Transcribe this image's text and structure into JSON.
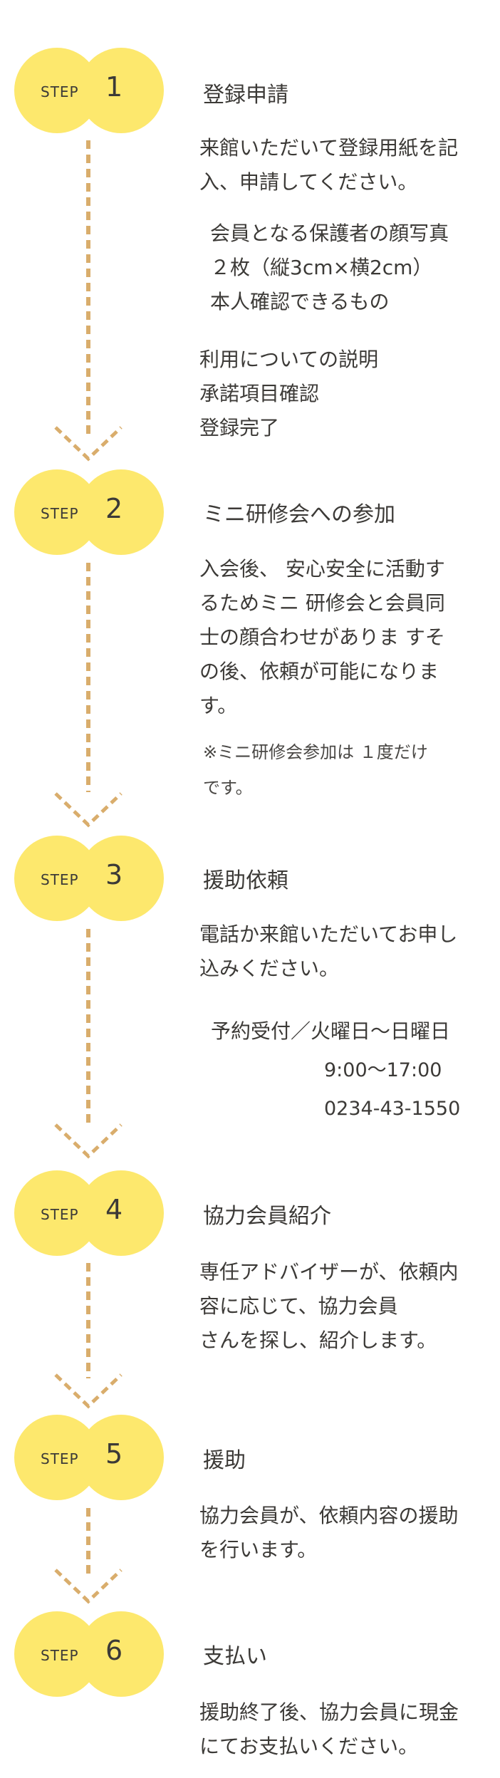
{
  "steps": [
    {
      "word": "STEP",
      "number": "1",
      "title": "登録申請",
      "intro": [
        "来館いただいて登録用紙を記",
        "入、申請してください。"
      ],
      "requirements": [
        "会員となる保護者の顔写真",
        " ２枚（縦3cm×横2cm）",
        "本人確認できるもの"
      ],
      "process": [
        "利用についての説明",
        "承諾項目確認",
        "登録完了"
      ]
    },
    {
      "word": "STEP",
      "number": "2",
      "title": "ミニ研修会への参加",
      "body": [
        "入会後、 安心安全に活動す",
        "るためミニ 研修会と会員同",
        "士の顔合わせがありま すそ",
        "の後、依頼が可能になりま",
        "す。"
      ],
      "note": [
        "※ミニ研修会参加は １度だけ",
        "です。"
      ]
    },
    {
      "word": "STEP",
      "number": "3",
      "title": "援助依頼",
      "body": [
        "電話か来館いただいてお申し",
        "込みください。"
      ],
      "reception": "予約受付／火曜日～日曜日",
      "hours": "9:00～17:00",
      "phone": "0234-43-1550"
    },
    {
      "word": "STEP",
      "number": "4",
      "title": "協力会員紹介",
      "body": [
        "専任アドバイザーが、依頼内",
        "容に応じて、協力会員",
        "さんを探し、紹介します。"
      ]
    },
    {
      "word": "STEP",
      "number": "5",
      "title": "援助",
      "body": [
        "協力会員が、依頼内容の援助",
        "を行います。"
      ]
    },
    {
      "word": "STEP",
      "number": "6",
      "title": "支払い",
      "body": [
        "援助終了後、協力会員に現金",
        "にてお支払いください。"
      ]
    }
  ],
  "colors": {
    "badge": "#fde86d",
    "connector": "#d9ad6c",
    "text": "#3c3a37"
  }
}
